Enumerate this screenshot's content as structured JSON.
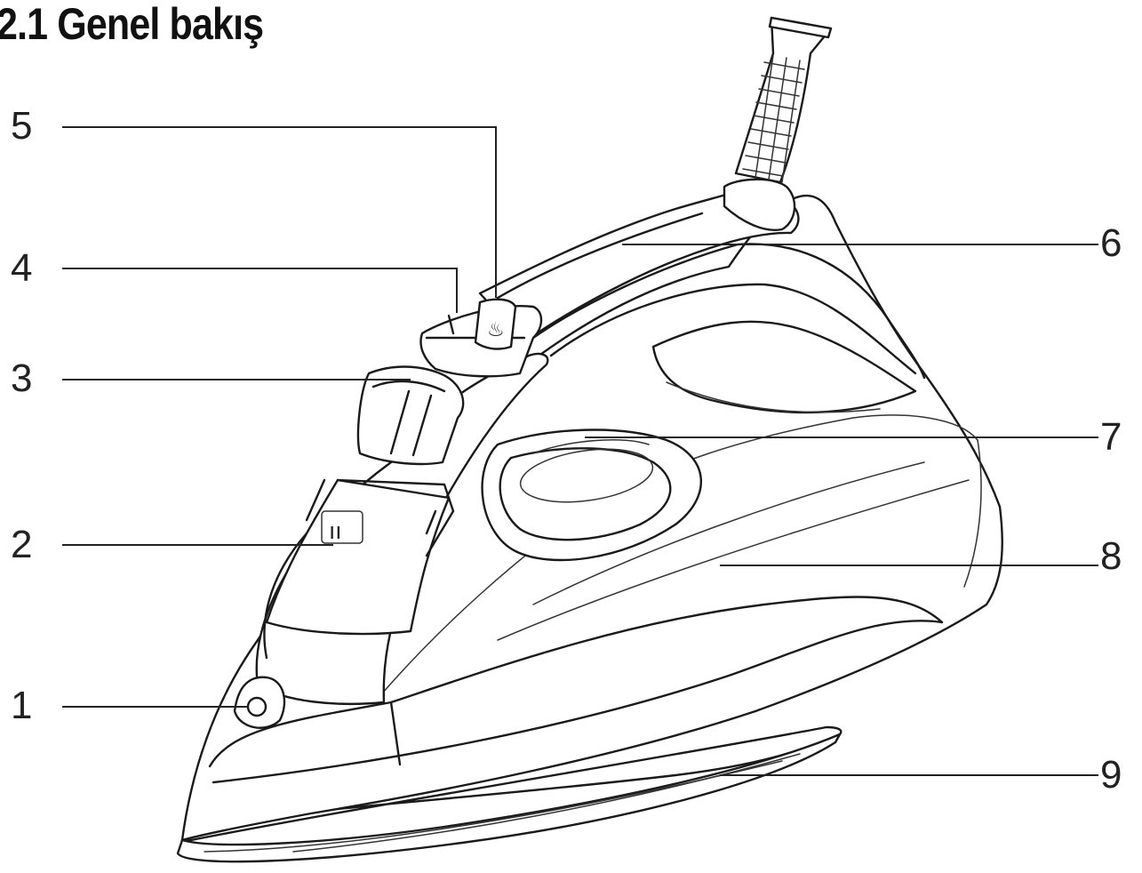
{
  "heading": "2.1 Genel bakış",
  "callouts": [
    {
      "id": "1",
      "label": "1"
    },
    {
      "id": "2",
      "label": "2"
    },
    {
      "id": "3",
      "label": "3"
    },
    {
      "id": "4",
      "label": "4"
    },
    {
      "id": "5",
      "label": "5"
    },
    {
      "id": "6",
      "label": "6"
    },
    {
      "id": "7",
      "label": "7"
    },
    {
      "id": "8",
      "label": "8"
    },
    {
      "id": "9",
      "label": "9"
    }
  ]
}
